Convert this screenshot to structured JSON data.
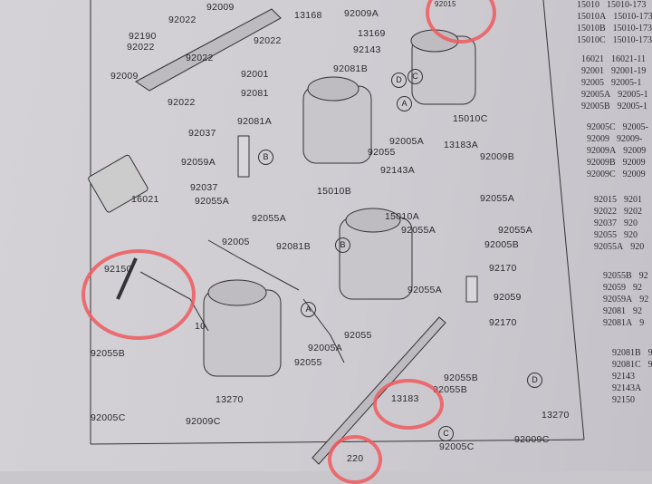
{
  "labels": [
    "92190",
    "92022",
    "92009",
    "92022",
    "92009",
    "92022",
    "13168",
    "92009A",
    "13169",
    "92143",
    "92022",
    "92001",
    "92081",
    "92081B",
    "92022",
    "92081A",
    "92037",
    "92059A",
    "16021",
    "92037",
    "92055A",
    "92055A",
    "92005",
    "15010B",
    "15010C",
    "92055",
    "92005A",
    "13183A",
    "92009B",
    "92143A",
    "92055A",
    "92055A",
    "15010A",
    "92055A",
    "92005B",
    "92081B",
    "92170",
    "92059",
    "92170",
    "92055A",
    "92150",
    "10",
    "92055B",
    "92005C",
    "92009C",
    "13270",
    "92005A",
    "92055",
    "92055",
    "13183",
    "92055B",
    "92055B",
    "92005C",
    "92009C",
    "13270",
    "220",
    "92015"
  ],
  "callouts": [
    "A",
    "B",
    "C",
    "D",
    "B",
    "A",
    "C",
    "D"
  ],
  "parts_list": [
    [
      "15010",
      "15010-173"
    ],
    [
      "15010A",
      "15010-173"
    ],
    [
      "15010B",
      "15010-173"
    ],
    [
      "15010C",
      "15010-173"
    ],
    [
      "16021",
      "16021-11"
    ],
    [
      "92001",
      "92001-19"
    ],
    [
      "92005",
      "92005-1"
    ],
    [
      "92005A",
      "92005-1"
    ],
    [
      "92005B",
      "92005-1"
    ],
    [
      "92005C",
      "92005-"
    ],
    [
      "92009",
      "92009-"
    ],
    [
      "92009A",
      "92009"
    ],
    [
      "92009B",
      "92009"
    ],
    [
      "92009C",
      "92009"
    ],
    [
      "92015",
      "9201"
    ],
    [
      "92022",
      "9202"
    ],
    [
      "92037",
      "920"
    ],
    [
      "92055",
      "920"
    ],
    [
      "92055A",
      "920"
    ],
    [
      "92055B",
      "92"
    ],
    [
      "92059",
      "92"
    ],
    [
      "92059A",
      "92"
    ],
    [
      "92081",
      "92"
    ],
    [
      "92081A",
      "9"
    ],
    [
      "92081B",
      "9"
    ],
    [
      "92081C",
      "9"
    ],
    [
      "92143",
      ""
    ],
    [
      "92143A",
      ""
    ],
    [
      "92150",
      ""
    ]
  ],
  "colors": {
    "annotation": "#f05a5e",
    "ink": "#2a2a2e",
    "paper": "#d0ced3"
  }
}
